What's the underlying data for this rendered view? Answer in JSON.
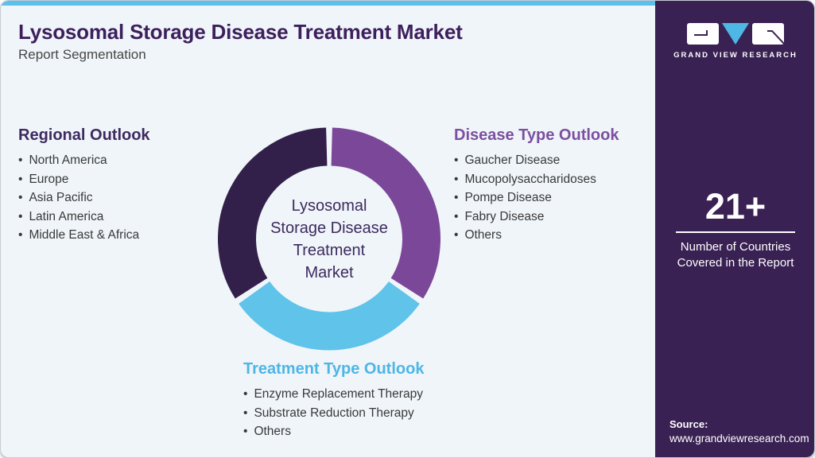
{
  "header": {
    "title": "Lysosomal Storage Disease Treatment Market",
    "subtitle": "Report Segmentation"
  },
  "sections": {
    "regional": {
      "title": "Regional Outlook",
      "title_color": "#3e2a60",
      "items": [
        "North America",
        "Europe",
        "Asia Pacific",
        "Latin America",
        "Middle East & Africa"
      ]
    },
    "disease": {
      "title": "Disease Type Outlook",
      "title_color": "#7c4fa0",
      "items": [
        "Gaucher Disease",
        "Mucopolysaccharidoses",
        "Pompe Disease",
        "Fabry Disease",
        "Others"
      ]
    },
    "treatment": {
      "title": "Treatment Type Outlook",
      "title_color": "#4db6e7",
      "items": [
        "Enzyme Replacement Therapy",
        "Substrate Reduction Therapy",
        "Others"
      ]
    }
  },
  "chart_data": {
    "type": "donut",
    "center_label": "Lysosomal Storage Disease Treatment Market",
    "center_lines": [
      "Lysosomal",
      "Storage Disease",
      "Treatment",
      "Market"
    ],
    "outer_radius": 140,
    "inner_radius": 92,
    "gap_degrees": 1.6,
    "segments": [
      {
        "name": "disease-type",
        "label": "Disease Type Outlook",
        "color": "#7b4798",
        "start_deg": 0,
        "end_deg": 124,
        "share_pct": 34.4
      },
      {
        "name": "treatment-type",
        "label": "Treatment Type Outlook",
        "color": "#5fc3ea",
        "start_deg": 124,
        "end_deg": 236,
        "share_pct": 31.1
      },
      {
        "name": "regional",
        "label": "Regional Outlook",
        "color": "#32204a",
        "start_deg": 236,
        "end_deg": 360,
        "share_pct": 34.4
      }
    ]
  },
  "sidebar": {
    "brand_name": "GRAND VIEW RESEARCH",
    "accent_color": "#4db8e6",
    "background_color": "#3a2153",
    "stat_value": "21+",
    "stat_label": "Number of Countries Covered in the Report",
    "source_label": "Source:",
    "source_url": "www.grandviewresearch.com"
  },
  "colors": {
    "topbar": "#5bc0ea",
    "card_background": "#eff5f9",
    "title": "#3d1f5d"
  }
}
